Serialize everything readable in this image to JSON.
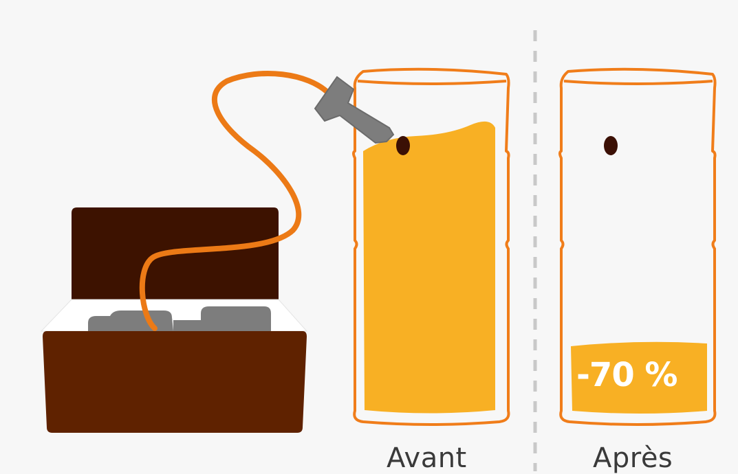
{
  "labels": {
    "before": "Avant",
    "after": "Après"
  },
  "reduction_badge": "-70 %",
  "fill_levels": {
    "before": 1.0,
    "after": 0.3
  },
  "colors": {
    "background": "#f7f7f7",
    "cylinder_outline": "#f07d1a",
    "fill": "#f8b024",
    "hose": "#ec7a16",
    "box_body": "#5f2200",
    "box_lid": "#3d1200",
    "box_interior": "#ffffff",
    "equipment_gray": "#7d7d7d",
    "hole": "#3b1005",
    "divider": "#c8c8c8"
  },
  "icons": {
    "equipment_box": "toolbox-icon",
    "nozzle": "nozzle-icon",
    "hose": "hose-icon",
    "hole": "injection-hole-icon"
  }
}
